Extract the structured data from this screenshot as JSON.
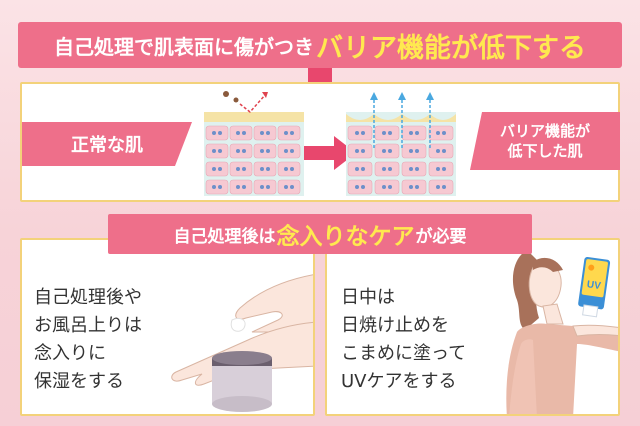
{
  "banner_top": {
    "text_main": "自己処理で肌表面に傷がつき",
    "text_highlight": "バリア機能が低下する"
  },
  "skin_panel": {
    "normal_label": "正常な肌",
    "damaged_label_line1": "バリア機能が",
    "damaged_label_line2": "低下した肌"
  },
  "banner_mid": {
    "text_before": "自己処理後は",
    "text_highlight": "念入りなケア",
    "text_after": "が必要"
  },
  "card_left": {
    "line1": "自己処理後や",
    "line2": "お風呂上りは",
    "line3": "念入りに",
    "line4": "保湿をする"
  },
  "card_right": {
    "line1": "日中は",
    "line2": "日焼け止めを",
    "line3": "こまめに塗って",
    "line4": "UVケアをする",
    "sunscreen_label": "UV"
  },
  "colors": {
    "pink_banner": "#ee6f8a",
    "highlight_yellow": "#ffe94f",
    "gold_border": "#f3d27a",
    "skin_cell": "#f6c9d2",
    "skin_base": "#dff1ef",
    "arrow_blue": "#4aa8e0"
  },
  "icons": {
    "down_arrow": "down-arrow-icon",
    "right_arrow": "right-arrow-icon",
    "damage_particle": "damage-particle-icon",
    "moisture_escape_arrow": "moisture-escape-arrow-icon"
  }
}
